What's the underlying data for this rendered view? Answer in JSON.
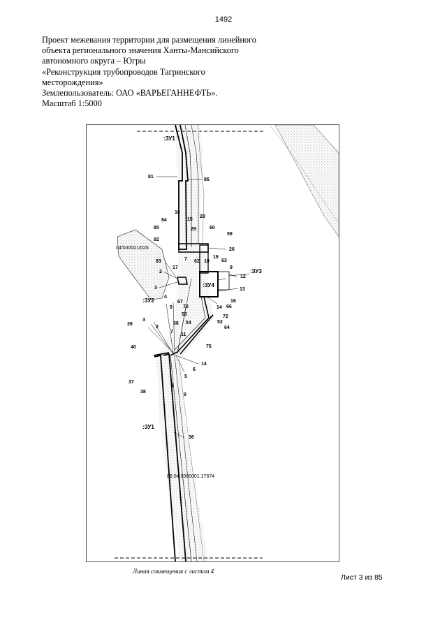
{
  "page_number": "1492",
  "title_lines": [
    "Проект межевания территории для размещения линейного",
    "объекта регионального значения Ханты-Мансийского",
    "автономного округа – Югры",
    "«Реконструкция трубопроводов Тагринского",
    "месторождения»",
    "Землепользователь: ОАО «ВАРЬЕГАННЕФТЬ».",
    "Масштаб 1:5000"
  ],
  "map": {
    "zones": {
      "zu1_top": ":ЗУ1",
      "zu1_bottom": ":ЗУ1",
      "zu2": ":ЗУ2",
      "zu3": ":ЗУ3",
      "zu4": ":ЗУ4"
    },
    "cadastral": {
      "upper": "04/0/0/001/026",
      "lower": "86:04:0000001:17674"
    },
    "points": {
      "p81": "81",
      "p86": "86",
      "p16": "16",
      "p15": "15",
      "p28": "28",
      "p84": "84",
      "p85": "85",
      "p29": "29",
      "p60": "60",
      "p59": "59",
      "p82": "82",
      "p26": "26",
      "p83": "83",
      "p7": "7",
      "p62": "62",
      "p10": "10",
      "p19": "19",
      "p63": "63",
      "p17": "17",
      "p9a": "9",
      "p2a": "2",
      "p12": "12",
      "p13": "13",
      "p3a": "3",
      "p4": "4",
      "p67": "67",
      "p16b": "16",
      "p70": "70",
      "p14a": "14",
      "p66": "66",
      "p9b": "9",
      "p53": "53",
      "p72": "72",
      "p3b": "3",
      "p56": "56",
      "p54": "54",
      "p52": "52",
      "p39": "39",
      "p2b": "2",
      "p7b": "7",
      "p64": "64",
      "p11": "11",
      "p75": "75",
      "p40": "40",
      "p14b": "14",
      "p6": "6",
      "p5": "5",
      "p37": "37",
      "p1": "1",
      "p38": "38",
      "p9c": "9",
      "p36": "36"
    }
  },
  "caption": "Линия совмещения с листом 4",
  "sheet_label": "Лист 3 из 85"
}
